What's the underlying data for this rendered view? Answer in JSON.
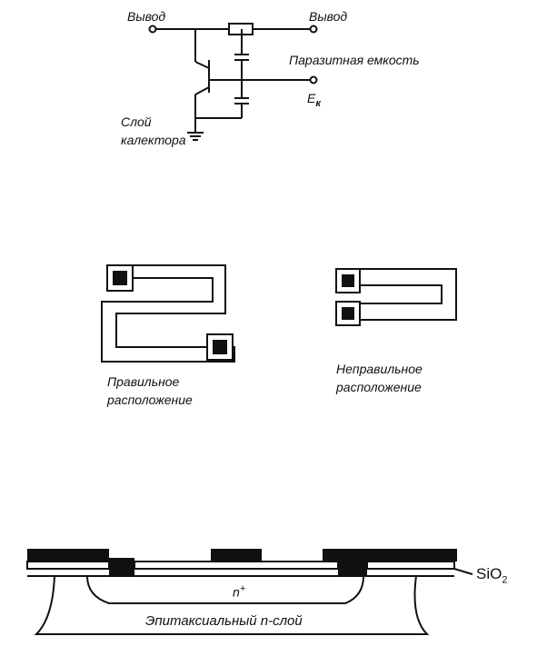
{
  "circuit": {
    "label_out_left": "Вывод",
    "label_out_right": "Вывод",
    "label_parasitic": "Паразитная емкость",
    "label_ek_main": "E",
    "label_ek_sub": "к",
    "label_collector_line1": "Слой",
    "label_collector_line2": "калектора"
  },
  "layout_compare": {
    "correct_line1": "Правильное",
    "correct_line2": "расположение",
    "wrong_line1": "Неправильное",
    "wrong_line2": "расположение"
  },
  "cross_section": {
    "label_sio2": "SiO",
    "label_sio2_sub": "2",
    "label_nplus": "n",
    "label_nplus_sup": "+",
    "label_epi": "Эпитаксиальный n-слой"
  }
}
